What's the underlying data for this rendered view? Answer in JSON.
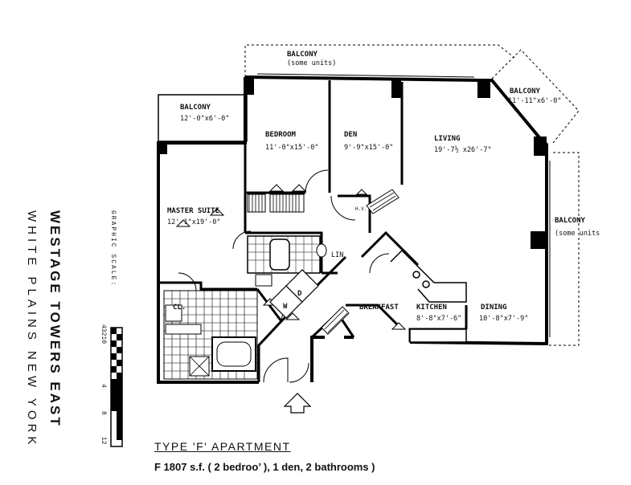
{
  "side_title": {
    "line1": "WESTAGE TOWERS EAST",
    "line2": "WHITE PLAINS NEW YORK"
  },
  "scale": {
    "label": "GRAPHIC SCALE:",
    "ticks": [
      "43210",
      "4",
      "8",
      "12"
    ]
  },
  "footer": {
    "type_title": "TYPE 'F' APARTMENT",
    "summary": "F 1807 s.f. ( 2 bedroo’ ), 1 den, 2 bathrooms )"
  },
  "rooms": {
    "balcony_top": {
      "name": "BALCONY",
      "dim": "(some units)"
    },
    "balcony_left": {
      "name": "BALCONY",
      "dim": "12'-0\"x6'-0\""
    },
    "balcony_corner": {
      "name": "BALCONY",
      "dim": "11'-11\"x6'-0\""
    },
    "balcony_right": {
      "name": "BALCONY",
      "dim": "(some units"
    },
    "bedroom": {
      "name": "BEDROOM",
      "dim": "11'-0\"x15'-0\""
    },
    "den": {
      "name": "DEN",
      "dim": "9'-9\"x15'-0\""
    },
    "living": {
      "name": "LIVING",
      "dim": "19'-7½ x26'-7\""
    },
    "master": {
      "name": "MASTER SUITE",
      "dim": "12'-1\"x19'-0\""
    },
    "breakfast": {
      "name": "BREAKFAST"
    },
    "kitchen": {
      "name": "KITCHEN",
      "dim": "8'-8\"x7'-6\""
    },
    "dining": {
      "name": "DINING",
      "dim": "10'-8\"x7'-9\""
    },
    "closet": {
      "name": "CL."
    },
    "linen": {
      "name": "LIN"
    },
    "washer": {
      "name": "W"
    },
    "dryer": {
      "name": "D"
    },
    "hvac": {
      "name": "H.V."
    }
  }
}
